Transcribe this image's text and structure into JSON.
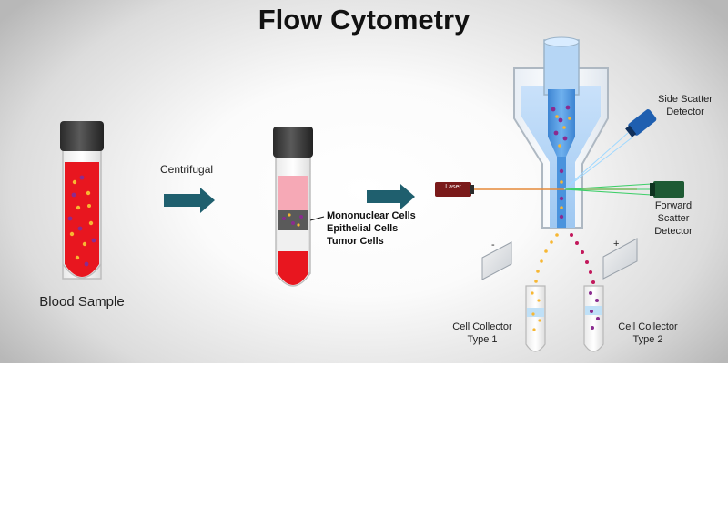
{
  "title": "Flow Cytometry",
  "blood_sample_label": "Blood Sample",
  "centrifugal_label": "Centrifugal",
  "layer_labels": [
    "Mononuclear Cells",
    "Epithelial Cells",
    "Tumor Cells"
  ],
  "laser_label": "Laser",
  "side_scatter_label": [
    "Side Scatter",
    "Detector"
  ],
  "forward_scatter_label": [
    "Forward",
    "Scatter",
    "Detector"
  ],
  "negative_plate_sign": "-",
  "positive_plate_sign": "+",
  "collector_1_label": [
    "Cell Collector",
    "Type 1"
  ],
  "collector_2_label": [
    "Cell Collector",
    "Type 2"
  ],
  "colors": {
    "arrow": "#1f5f6e",
    "blood": "#e8161f",
    "plasma": "#f6a9b6",
    "cap": "#3b3b3b",
    "nozzle_fluid": "#5b9fe0",
    "laser_beam": "#e58a3a",
    "forward_beam": "#3fcf6a",
    "side_beam": "#9fd8ff"
  }
}
